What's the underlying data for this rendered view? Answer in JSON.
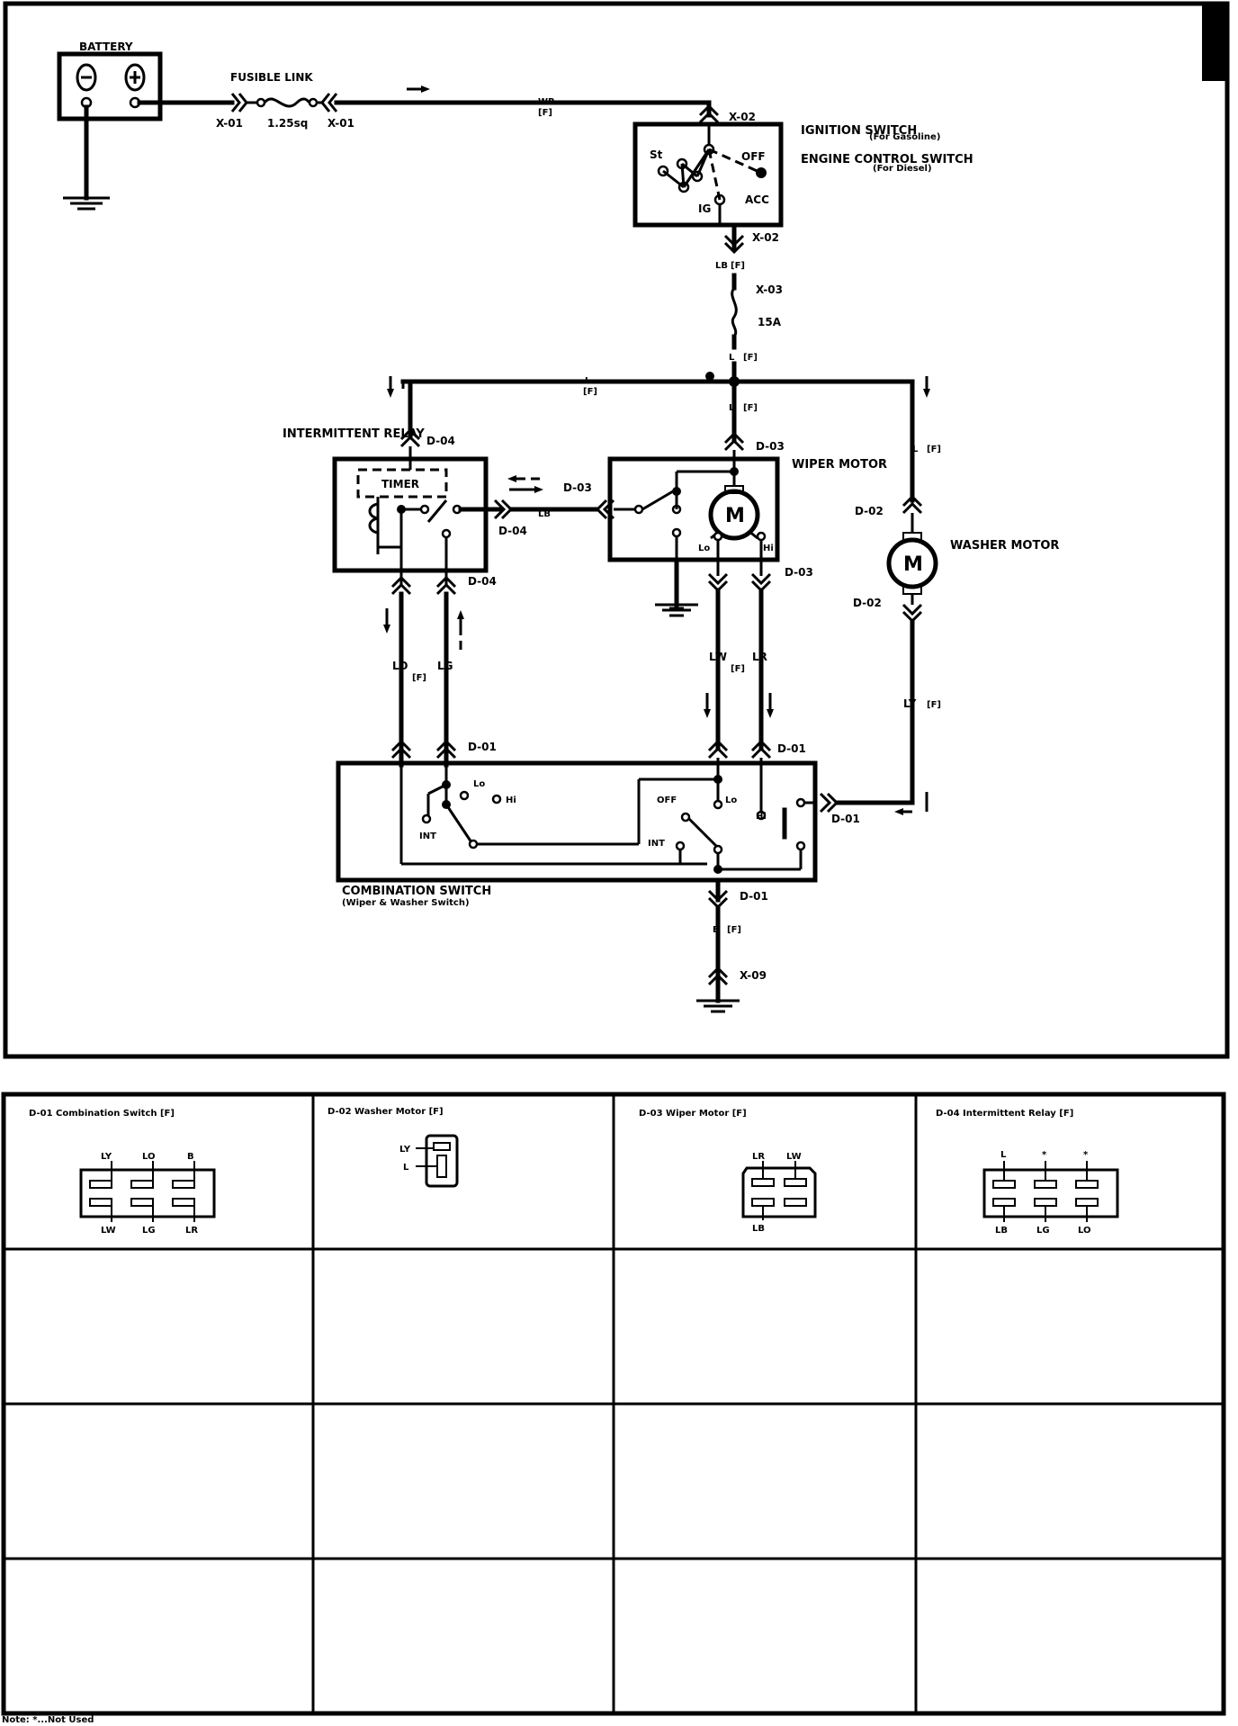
{
  "components": {
    "battery": "BATTERY",
    "fusible_link": "FUSIBLE LINK",
    "fusible_size": "1.25sq",
    "ignition_switch": "IGNITION SWITCH",
    "for_gasoline": "(For Gasoline)",
    "engine_control_switch": "ENGINE CONTROL SWITCH",
    "for_diesel": "(For Diesel)",
    "intermittent_relay": "INTERMITTENT RELAY",
    "timer": "TIMER",
    "wiper_motor": "WIPER MOTOR",
    "washer_motor": "WASHER MOTOR",
    "motor_symbol": "M",
    "combination_switch": "COMBINATION SWITCH",
    "combination_switch_sub": "(Wiper & Washer Switch)",
    "fuse_rating": "15A"
  },
  "switch_positions": {
    "st": "St",
    "off": "OFF",
    "acc": "ACC",
    "ig": "IG",
    "lo": "Lo",
    "hi": "Hi",
    "int": "INT"
  },
  "connectors": {
    "x01": "X-01",
    "x02": "X-02",
    "x03": "X-03",
    "x09": "X-09",
    "d01": "D-01",
    "d02": "D-02",
    "d03": "D-03",
    "d04": "D-04"
  },
  "wires": {
    "wr": "WR",
    "lb": "LB",
    "l": "L",
    "lo": "LO",
    "lg": "LG",
    "lw": "LW",
    "lr": "LR",
    "ly": "LY",
    "b": "B",
    "f": "[F]"
  },
  "connector_table": [
    {
      "title": "D-01  Combination Switch [F]",
      "top_pins": [
        "LY",
        "LO",
        "B"
      ],
      "bottom_pins": [
        "LW",
        "LG",
        "LR"
      ]
    },
    {
      "title": "D-02  Washer  Motor [F]",
      "pins": [
        "LY",
        "L"
      ]
    },
    {
      "title": "D-03  Wiper  Motor [F]",
      "top_pins": [
        "LR",
        "LW"
      ],
      "bottom_pins": [
        "LB"
      ]
    },
    {
      "title": "D-04  Intermittent Relay [F]",
      "top_pins": [
        "L",
        "*",
        "*"
      ],
      "bottom_pins": [
        "LB",
        "LG",
        "LO"
      ]
    }
  ],
  "note": "Note:  *...Not Used"
}
